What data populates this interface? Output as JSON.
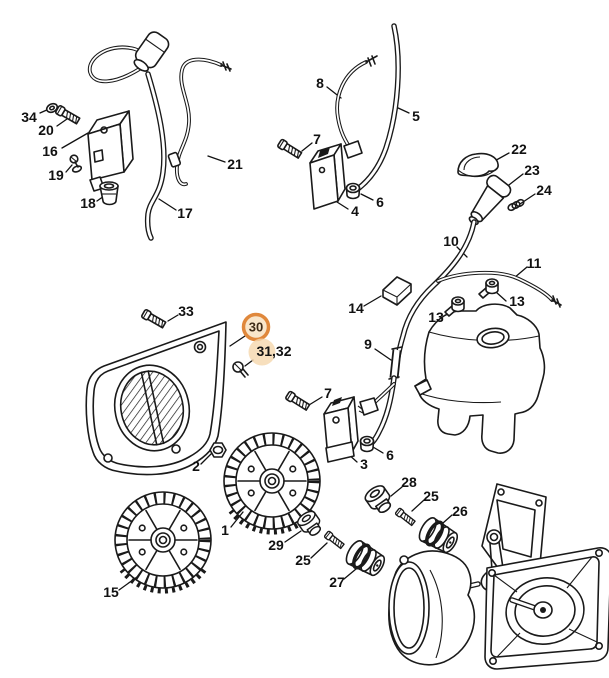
{
  "figure": {
    "type": "exploded-parts-diagram",
    "background": "#ffffff",
    "line_color": "#1a1a1a"
  },
  "highlight": {
    "selected_part": "30",
    "related_parts": "31,32",
    "ring_color": "#e0883c",
    "badge_fill": "#f9e6cb",
    "soft_fill": "#f5d7ad",
    "badge_text_color": "#3f2c18"
  },
  "callouts": {
    "c1": "1",
    "c2": "2",
    "c3": "3",
    "c4": "4",
    "c5": "5",
    "c6a": "6",
    "c6b": "6",
    "c7a": "7",
    "c7b": "7",
    "c8": "8",
    "c9": "9",
    "c10": "10",
    "c11": "11",
    "c13a": "13",
    "c13b": "13",
    "c14": "14",
    "c15": "15",
    "c16": "16",
    "c17": "17",
    "c18": "18",
    "c19": "19",
    "c20": "20",
    "c21": "21",
    "c22": "22",
    "c23": "23",
    "c24": "24",
    "c25a": "25",
    "c25b": "25",
    "c26": "26",
    "c27": "27",
    "c28": "28",
    "c29": "29",
    "c30": "30",
    "c31_32": "31,32",
    "c33": "33",
    "c34": "34"
  }
}
